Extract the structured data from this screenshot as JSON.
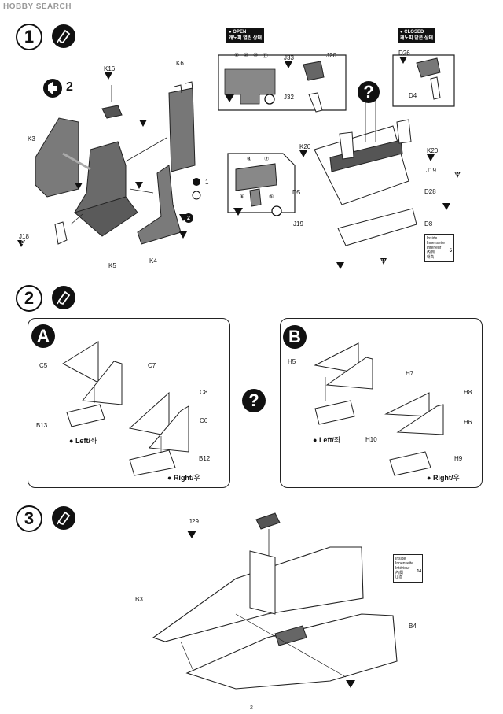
{
  "watermark": "HOBBY SEARCH",
  "page_number": "2",
  "step1": {
    "number": "1",
    "sub_number": "2",
    "labels": {
      "K16": "K16",
      "K6": "K6",
      "K3": "K3",
      "J18": "J18",
      "K5": "K5",
      "K4": "K4",
      "J33": "J33",
      "J20": "J20",
      "J32": "J32",
      "D26": "D26",
      "D4": "D4",
      "K20a": "K20",
      "K20b": "K20",
      "J19a": "J19",
      "J19b": "J19",
      "D5": "D5",
      "D28": "D28",
      "D8": "D8"
    },
    "open_head": [
      "● OPEN",
      "캐노피 열린 상태"
    ],
    "closed_head": [
      "● CLOSED",
      "캐노피 닫은 상태"
    ],
    "color_codes": {
      "c1": "1",
      "c2": "2",
      "c3": "3",
      "c14a": "14",
      "c14b": "14",
      "c5": "5",
      "star1": "1"
    },
    "inside_lines": [
      "Inside",
      "Innenseite",
      "Intérieur",
      "內側",
      "내측"
    ],
    "dial_numbers": [
      "⑧",
      "⑩",
      "⑩",
      "⑪"
    ],
    "dial2_numbers": [
      "④",
      "⑦",
      "⑥",
      "⑤"
    ]
  },
  "step2": {
    "number": "2",
    "panel_a": {
      "letter": "A",
      "labels": {
        "C5": "C5",
        "C7": "C7",
        "B13": "B13",
        "C8": "C8",
        "C6": "C6",
        "B12": "B12"
      },
      "left_label": "Left/",
      "left_ko": "좌",
      "right_label": "Right/",
      "right_ko": "우"
    },
    "panel_b": {
      "letter": "B",
      "labels": {
        "H5": "H5",
        "H7": "H7",
        "H10": "H10",
        "H8": "H8",
        "H6": "H6",
        "H9": "H9"
      },
      "left_label": "Left/",
      "left_ko": "좌",
      "right_label": "Right/",
      "right_ko": "우"
    }
  },
  "step3": {
    "number": "3",
    "labels": {
      "J29": "J29",
      "B3": "B3",
      "B4": "B4"
    },
    "color_code": "1",
    "inside_lines": [
      "Inside",
      "Innenseite",
      "Intérieur",
      "內側",
      "내측"
    ],
    "inside_code": "14"
  },
  "colors": {
    "ink": "#111111",
    "part_gray": "#7a7a7a",
    "part_dark": "#4a4a4a",
    "bg": "#ffffff"
  }
}
